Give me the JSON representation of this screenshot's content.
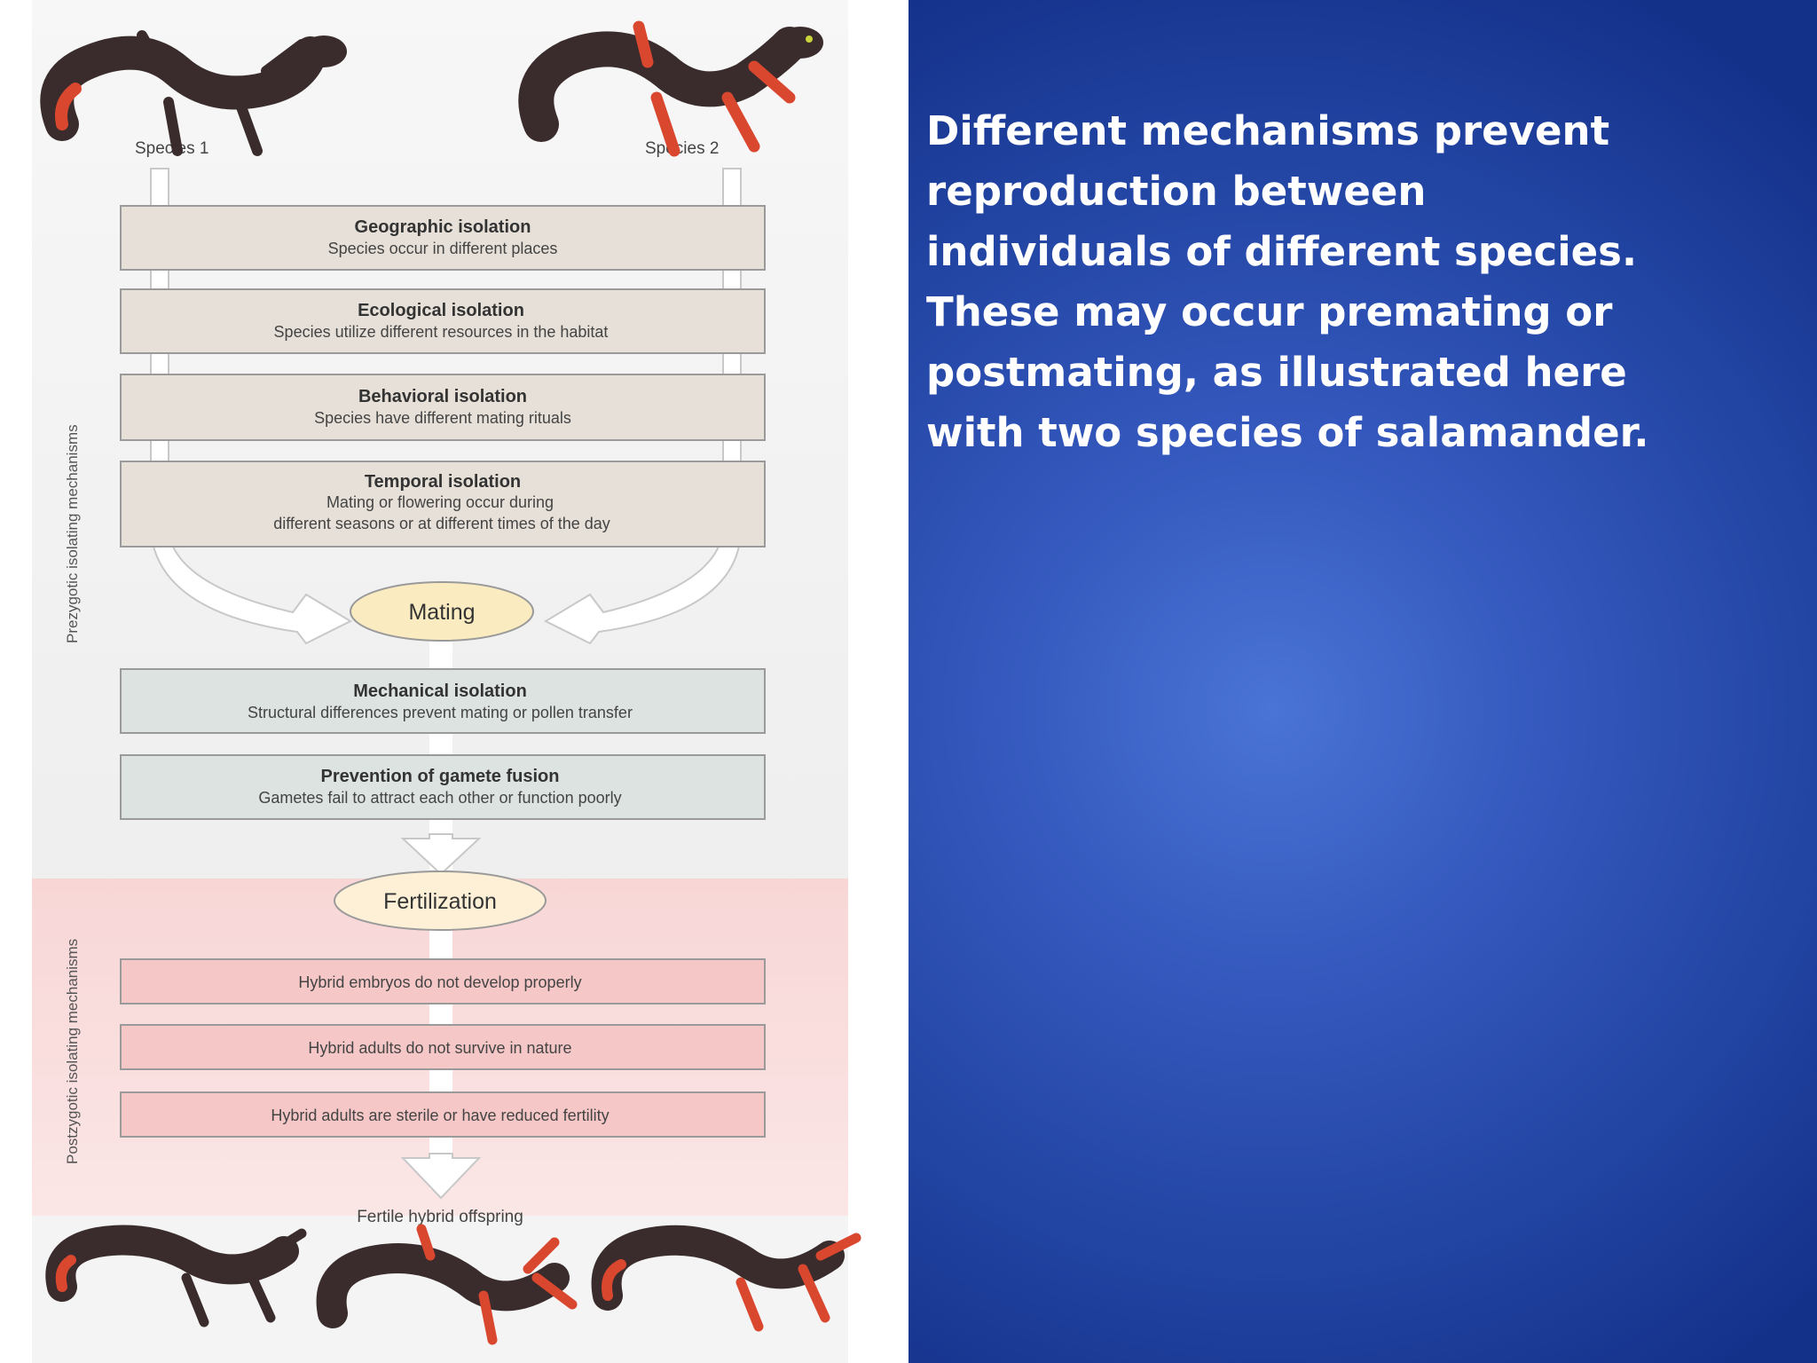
{
  "figure": {
    "species1_label": "Species 1",
    "species2_label": "Species 2",
    "prezygotic_label": "Prezygotic isolating mechanisms",
    "postzygotic_label": "Postzygotic isolating mechanisms",
    "boxes": [
      {
        "title": "Geographic isolation",
        "sub": "Species occur in different places"
      },
      {
        "title": "Ecological isolation",
        "sub": "Species utilize different resources in the habitat"
      },
      {
        "title": "Behavioral isolation",
        "sub": "Species have different mating rituals"
      },
      {
        "title": "Temporal isolation",
        "sub1": "Mating or flowering occur during",
        "sub2": "different seasons or at different times of the day"
      },
      {
        "title": "Mechanical isolation",
        "sub": "Structural differences prevent mating or pollen transfer"
      },
      {
        "title": "Prevention of gamete fusion",
        "sub": "Gametes fail to attract each other or function poorly"
      }
    ],
    "mating_label": "Mating",
    "fertilization_label": "Fertilization",
    "post_boxes": [
      "Hybrid embryos do not develop properly",
      "Hybrid adults do not survive in nature",
      "Hybrid adults are sterile or have reduced fertility"
    ],
    "offspring_label": "Fertile hybrid offspring",
    "colors": {
      "pre_box": "#e6e0d8",
      "mech_box": "#dde3e0",
      "post_box": "#f5c7c7",
      "oval_mating": "#faebc0",
      "salamander_body": "#3a2c2c",
      "salamander_red": "#d9472f"
    }
  },
  "text": {
    "lines": [
      "Different mechanisms prevent",
      "reproduction between",
      "individuals of different species.",
      "These may occur premating or",
      "postmating, as illustrated here",
      "with two species of salamander."
    ]
  }
}
